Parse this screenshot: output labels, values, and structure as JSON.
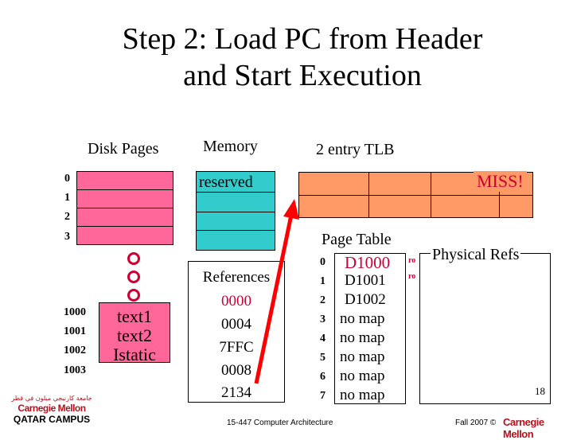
{
  "title": {
    "line1": "Step 2: Load PC from Header",
    "line2": "and Start Execution"
  },
  "disk": {
    "label": "Disk Pages",
    "rows_top": [
      "0",
      "1",
      "2",
      "3"
    ],
    "rows_bottom": [
      "1000",
      "1001",
      "1002",
      "1003"
    ],
    "contents": [
      "text1",
      "text2",
      "Istatic"
    ]
  },
  "memory": {
    "label": "Memory",
    "reserved": "reserved",
    "refs_label": "References",
    "refs": [
      "0000",
      "0004",
      "7FFC",
      "0008",
      "2134"
    ]
  },
  "tlb": {
    "label": "2 entry TLB",
    "status": "MISS!"
  },
  "page_table": {
    "label": "Page Table",
    "indices": [
      "0",
      "1",
      "2",
      "3",
      "4",
      "5",
      "6",
      "7"
    ],
    "entries": [
      "D1000",
      "D1001",
      "D1002",
      "no map",
      "no map",
      "no map",
      "no map",
      "no map"
    ],
    "flags": [
      "ro",
      "ro"
    ]
  },
  "physical": {
    "label": "Physical Refs"
  },
  "footer": {
    "page_number": "18",
    "course": "15-447 Computer Architecture",
    "term": "Fall 2007 ©",
    "brand": "Carnegie Mellon",
    "campus_line1": "Carnegie Mellon",
    "campus_line2": "QATAR CAMPUS",
    "campus_arabic": "جامعة كارنيجي ميلون في قطر"
  },
  "colors": {
    "disk": "#ff6699",
    "memory": "#33cccc",
    "tlb": "#ff9966",
    "accent": "#cc0033",
    "arrow": "#ff0000"
  }
}
